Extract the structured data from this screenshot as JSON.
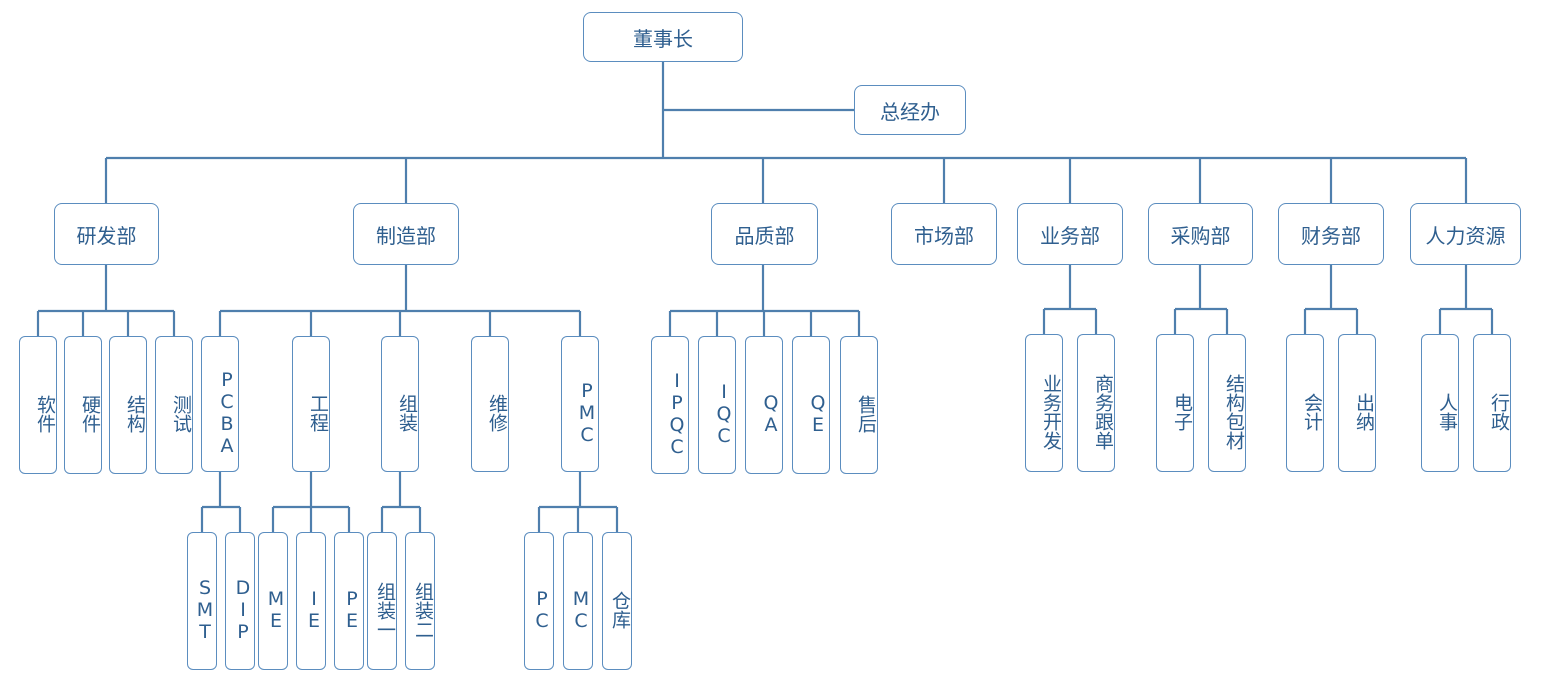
{
  "colors": {
    "line": "#4f7fad",
    "border": "#5b8dbf",
    "text": "#2f5f8f"
  },
  "org": {
    "root": "董事长",
    "assistant": "总经办",
    "departments": [
      {
        "label": "研发部",
        "children": [
          {
            "label": "软件"
          },
          {
            "label": "硬件"
          },
          {
            "label": "结构"
          },
          {
            "label": "测试"
          }
        ]
      },
      {
        "label": "制造部",
        "children": [
          {
            "label": "PCBA",
            "children": [
              {
                "label": "SMT"
              },
              {
                "label": "DIP"
              }
            ]
          },
          {
            "label": "工程",
            "children": [
              {
                "label": "ME"
              },
              {
                "label": "IE"
              },
              {
                "label": "PE"
              }
            ]
          },
          {
            "label": "组装",
            "children": [
              {
                "label": "组装一"
              },
              {
                "label": "组装二"
              }
            ]
          },
          {
            "label": "维修"
          },
          {
            "label": "PMC",
            "children": [
              {
                "label": "PC"
              },
              {
                "label": "MC"
              },
              {
                "label": "仓库"
              }
            ]
          }
        ]
      },
      {
        "label": "品质部",
        "children": [
          {
            "label": "IPQC"
          },
          {
            "label": "IQC"
          },
          {
            "label": "QA"
          },
          {
            "label": "QE"
          },
          {
            "label": "售后"
          }
        ]
      },
      {
        "label": "市场部",
        "children": []
      },
      {
        "label": "业务部",
        "children": [
          {
            "label": "业务开发"
          },
          {
            "label": "商务跟单"
          }
        ]
      },
      {
        "label": "采购部",
        "children": [
          {
            "label": "电子"
          },
          {
            "label": "结构包材"
          }
        ]
      },
      {
        "label": "财务部",
        "children": [
          {
            "label": "会计"
          },
          {
            "label": "出纳"
          }
        ]
      },
      {
        "label": "人力资源",
        "children": [
          {
            "label": "人事"
          },
          {
            "label": "行政"
          }
        ]
      }
    ]
  }
}
